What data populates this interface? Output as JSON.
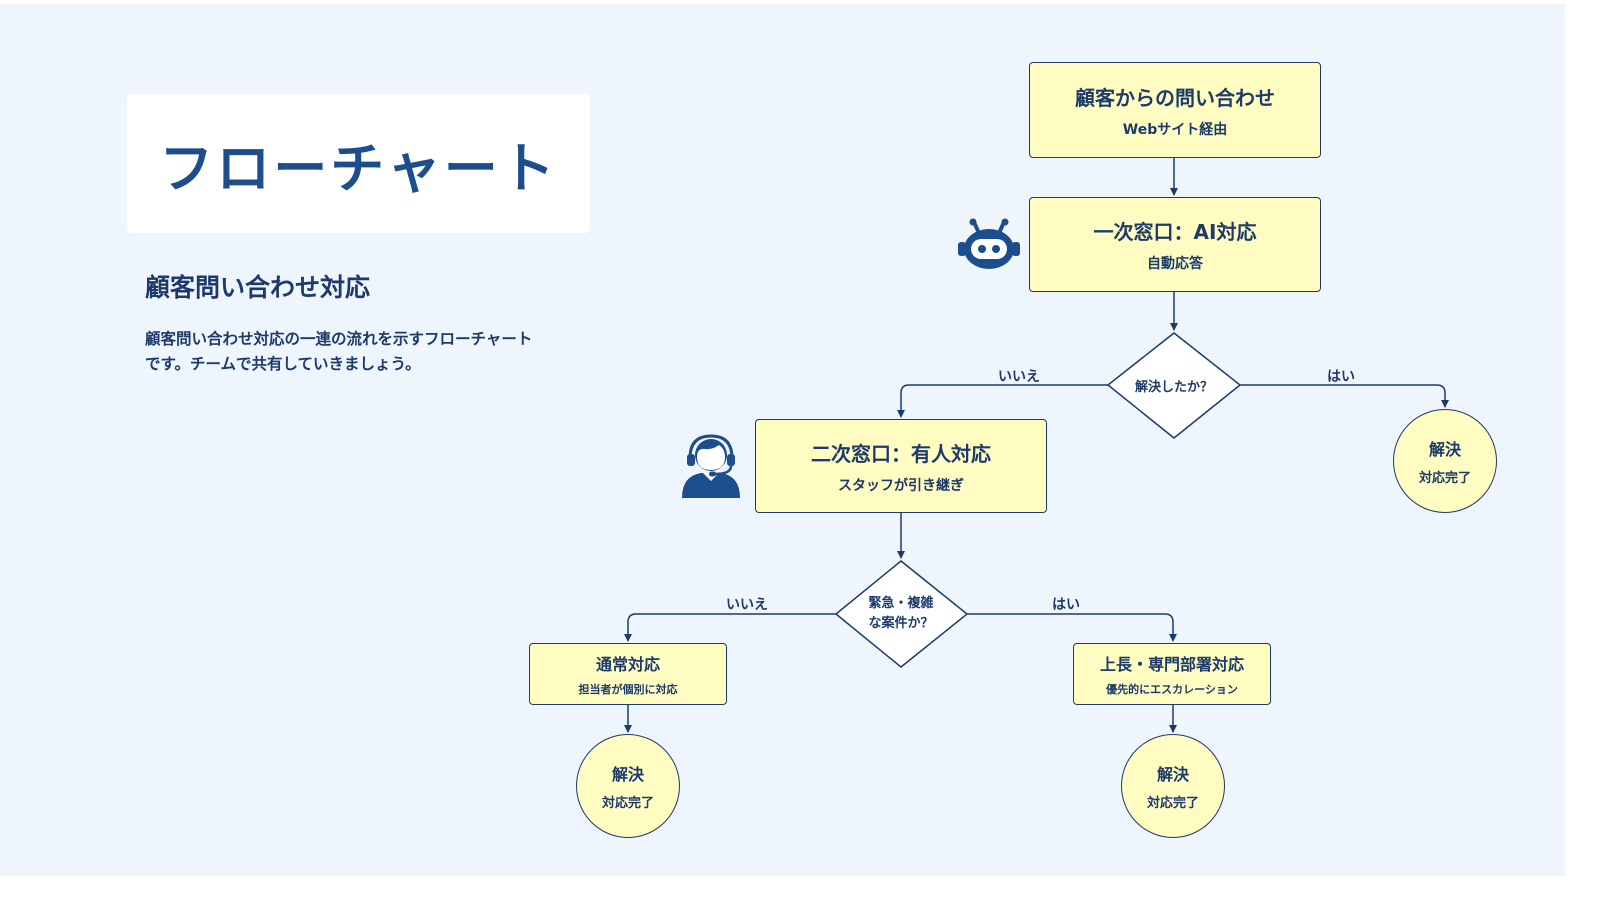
{
  "header": {
    "title": "フローチャート",
    "subtitle": "顧客問い合わせ対応",
    "description_lines": [
      "顧客問い合わせ対応の一連の流れを示すフローチャート",
      "です。チームで共有していきましょう。"
    ]
  },
  "flow": {
    "start": {
      "title": "顧客からの問い合わせ",
      "sub": "Webサイト経由"
    },
    "ai": {
      "title": "一次窓口：AI対応",
      "sub": "自動応答"
    },
    "decision1": {
      "label": "解決したか？",
      "yes": "はい",
      "no": "いいえ"
    },
    "resolved1": {
      "title": "解決",
      "sub": "対応完了"
    },
    "human": {
      "title": "二次窓口：有人対応",
      "sub": "スタッフが引き継ぎ"
    },
    "decision2": {
      "line1": "緊急・複雑",
      "line2": "な案件か？",
      "yes": "はい",
      "no": "いいえ"
    },
    "normal": {
      "title": "通常対応",
      "sub": "担当者が個別に対応"
    },
    "escalate": {
      "title": "上長・専門部署対応",
      "sub": "優先的にエスカレーション"
    },
    "resolved2": {
      "title": "解決",
      "sub": "対応完了"
    },
    "resolved3": {
      "title": "解決",
      "sub": "対応完了"
    }
  },
  "icons": {
    "ai": "robot-icon",
    "human": "headset-operator-icon"
  },
  "colors": {
    "background": "#eef5fc",
    "node_fill": "#fefcc0",
    "stroke": "#1d3a6b",
    "title": "#1c4d8c"
  }
}
